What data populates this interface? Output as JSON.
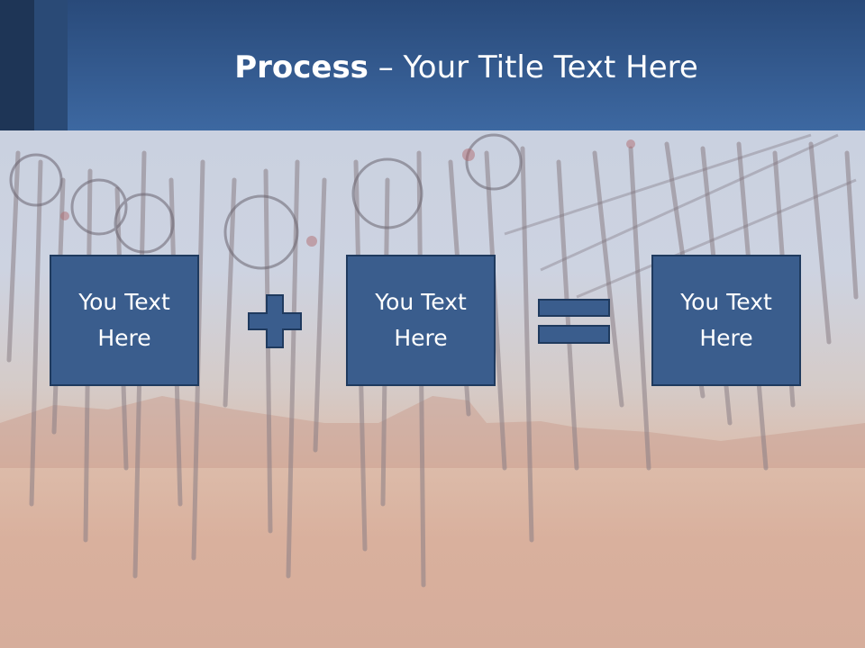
{
  "slide": {
    "title_bold": "Process",
    "title_rest": " – Your Title Text Here",
    "boxes": [
      {
        "text": "You Text Here"
      },
      {
        "text": "You Text Here"
      },
      {
        "text": "You Text Here"
      }
    ],
    "operators": [
      "plus-icon",
      "equals-icon"
    ],
    "colors": {
      "header": "#3d68a1",
      "box_fill": "#3a5d8d",
      "box_border": "#1f3a5e"
    }
  }
}
